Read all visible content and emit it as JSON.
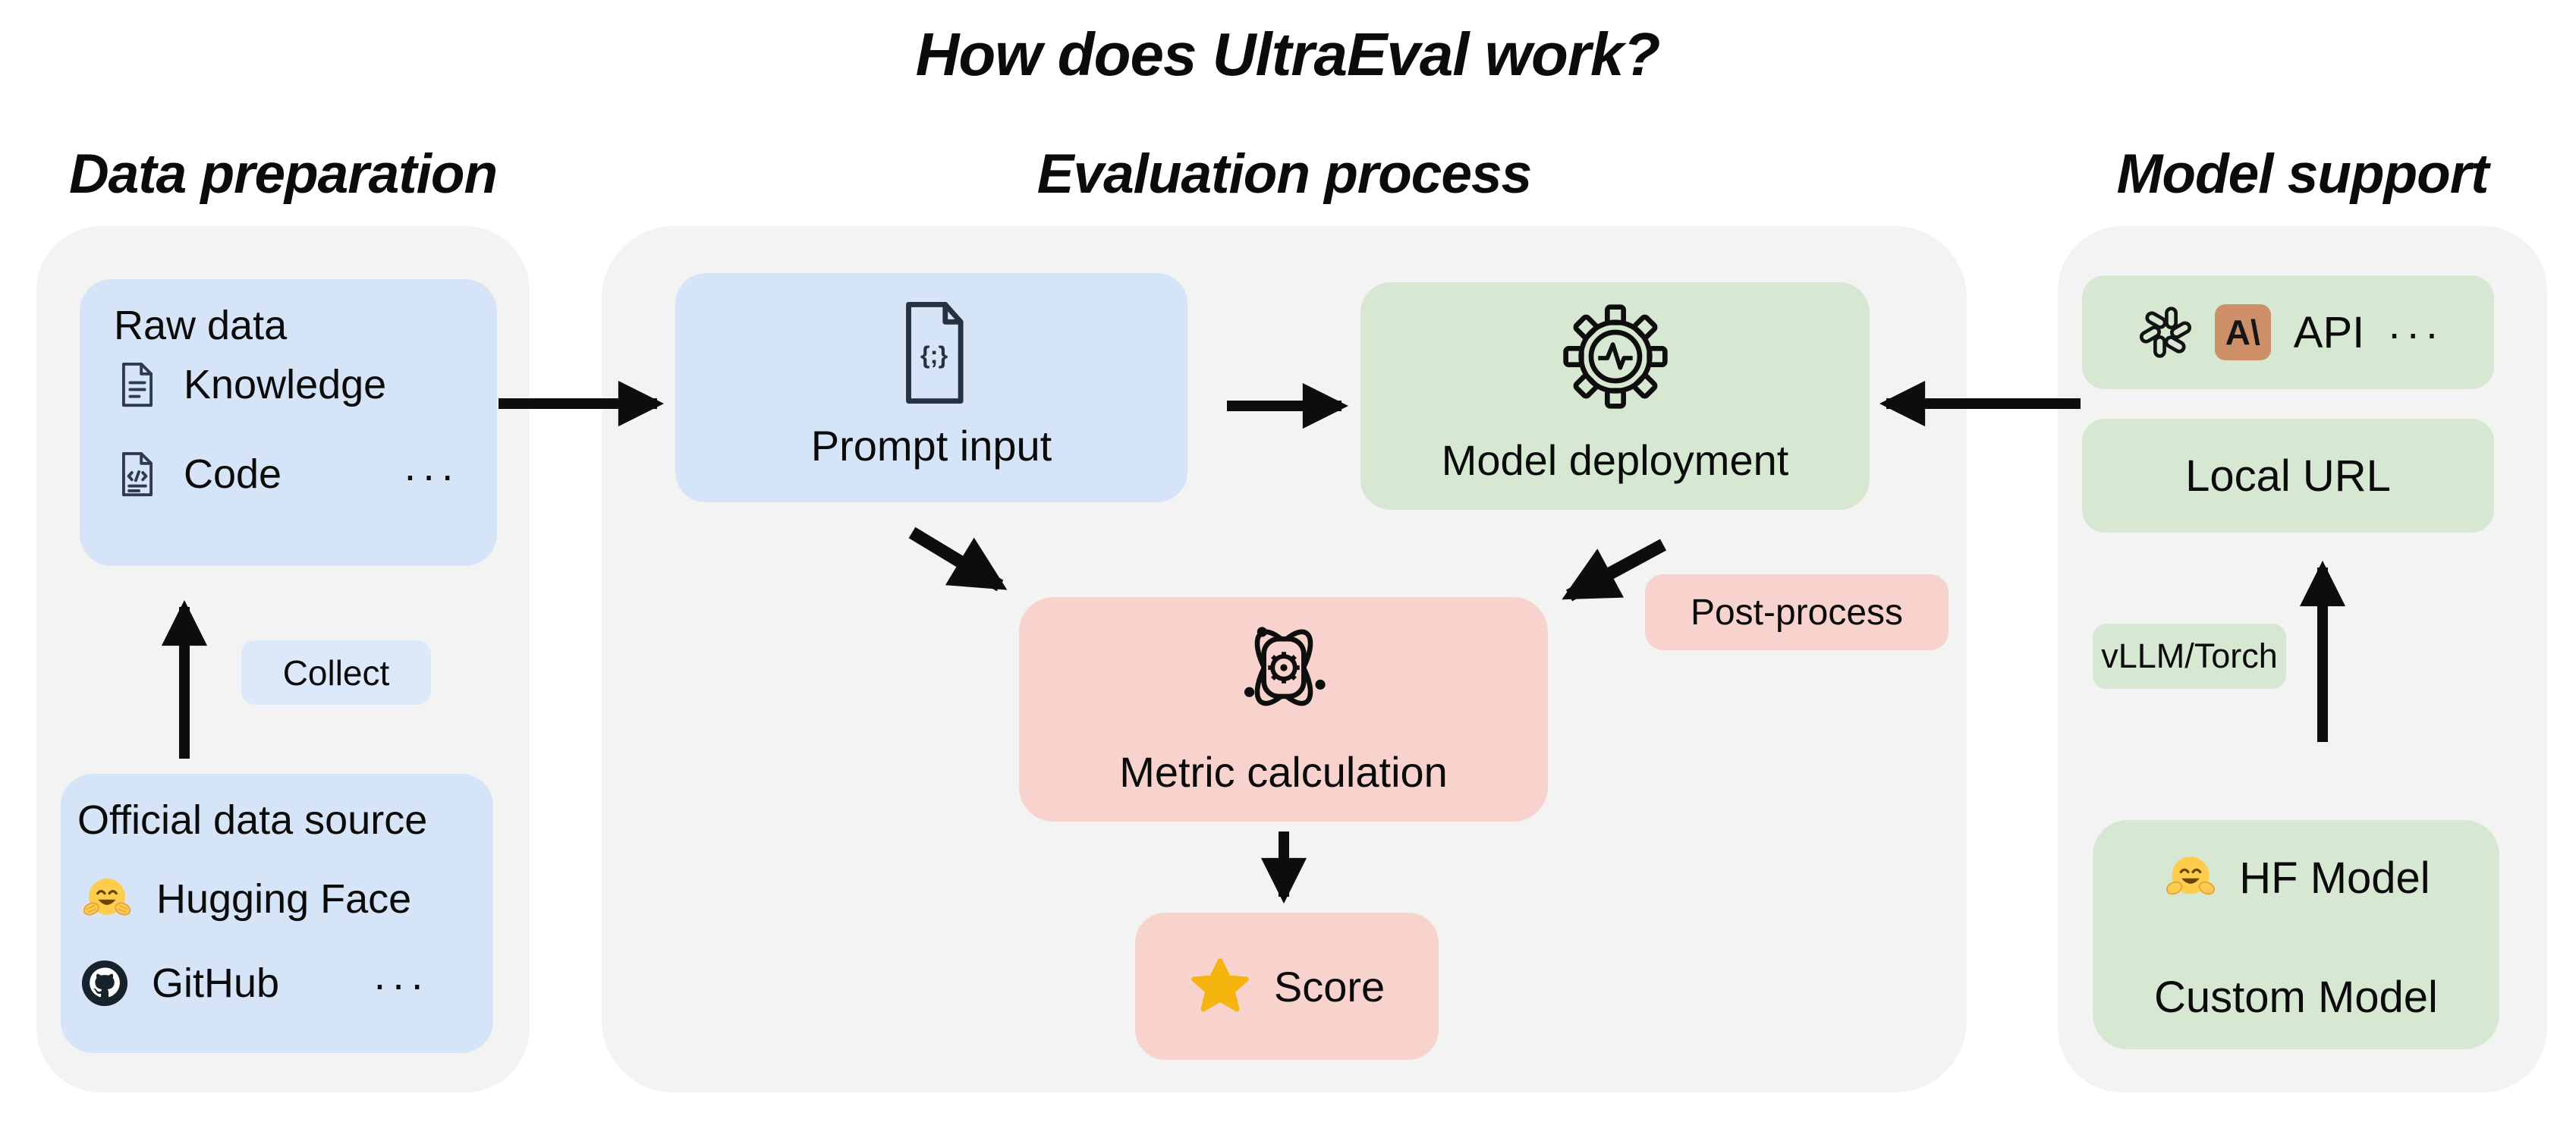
{
  "title": "How does UltraEval work?",
  "data_preparation": {
    "header": "Data preparation",
    "raw_data": {
      "title": "Raw data",
      "knowledge_label": "Knowledge",
      "code_label": "Code",
      "ellipsis": "···"
    },
    "collect_badge": "Collect",
    "official_source": {
      "title": "Official data source",
      "hugging_face_label": "Hugging Face",
      "github_label": "GitHub",
      "ellipsis": "···"
    }
  },
  "evaluation_process": {
    "header": "Evaluation process",
    "prompt_input_label": "Prompt input",
    "model_deployment_label": "Model deployment",
    "post_process_badge": "Post-process",
    "metric_calculation_label": "Metric calculation",
    "score_label": "Score"
  },
  "model_support": {
    "header": "Model support",
    "api": {
      "label": "API",
      "ellipsis": "···",
      "anthropic_glyph": "A\\"
    },
    "local_url_label": "Local URL",
    "vllm_badge": "vLLM/Torch",
    "hf_model_label": "HF Model",
    "custom_model_label": "Custom Model"
  },
  "colors": {
    "container_gray": "#f3f3f4",
    "blue_box": "#d6e4f8",
    "blue_badge": "#dce9fb",
    "green_box": "#d6e8d2",
    "pink_box": "#f8d2cd",
    "star_gold": "#f6b40f",
    "anthropic_tan": "#cd8f68",
    "arrow_black": "#0d0d0d",
    "icon_slate": "#2d3b4c",
    "text_black": "#0b0b0b"
  }
}
